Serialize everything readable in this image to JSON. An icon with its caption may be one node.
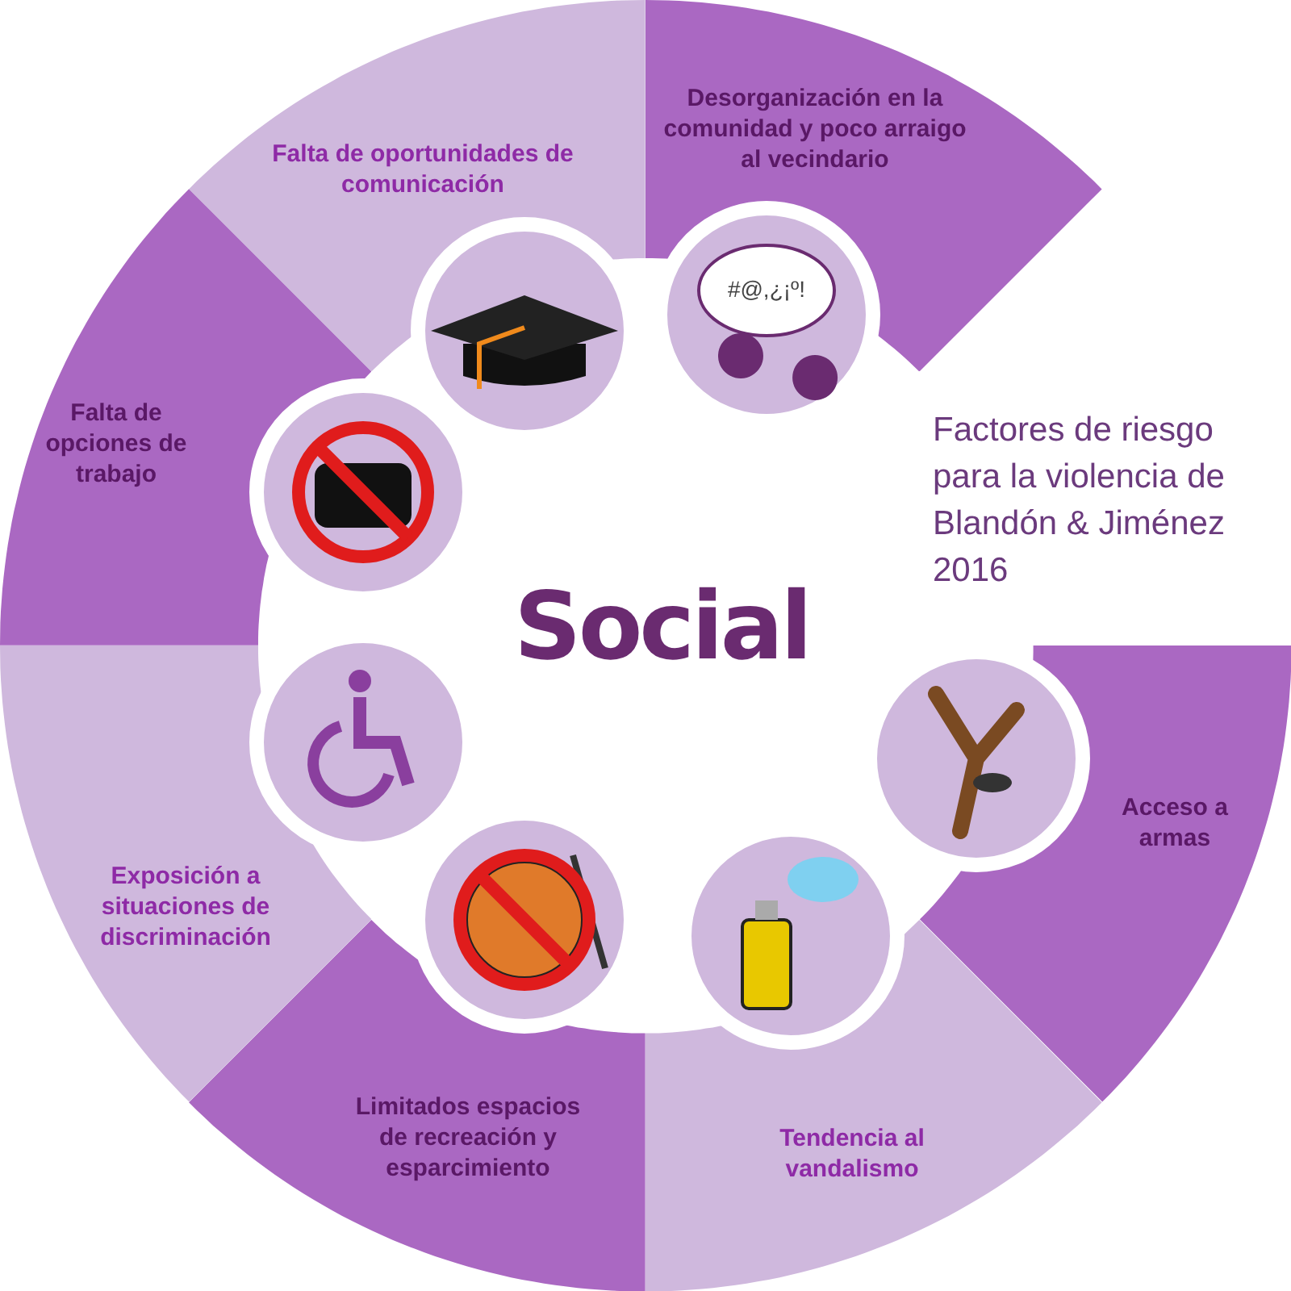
{
  "diagram": {
    "title": "Factores de riesgo para la violencia de Blandón & Jiménez 2016",
    "nodes": [
      {
        "text": [
          "Social"
        ]
      },
      {
        "text": [
          "Desorganización en la comunidad y poco arraigo al vecindario"
        ]
      },
      {
        "text": [
          "Acceso a armas"
        ]
      },
      {
        "text": [
          "Tendencia al vandalismo"
        ]
      },
      {
        "text": [
          "Limitados espacios de recreación y esparcimiento"
        ]
      },
      {
        "text": [
          "Exposición a situaciones de discriminación"
        ]
      },
      {
        "text": [
          "Falta de opciones de trabajo"
        ]
      },
      {
        "text": [
          "Falta de oportunidades de comunicación"
        ]
      }
    ],
    "edges": [],
    "labels": [
      "#@,¿¡º!"
    ]
  }
}
